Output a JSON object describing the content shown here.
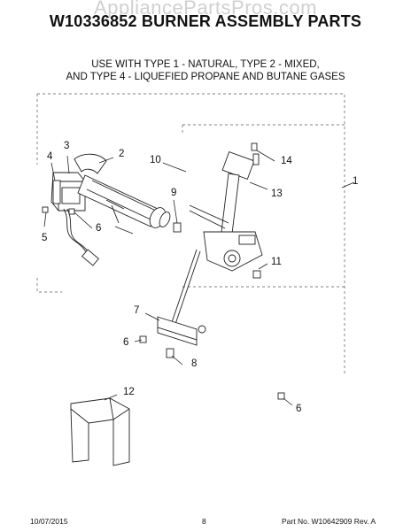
{
  "watermark": "AppliancePartsPros.com",
  "header": {
    "title": "W10336852 BURNER ASSEMBLY PARTS",
    "subtitle_line1": "USE WITH TYPE 1 - NATURAL, TYPE 2 - MIXED,",
    "subtitle_line2": "AND TYPE 4 - LIQUEFIED PROPANE AND BUTANE GASES"
  },
  "callouts": {
    "c1": "1",
    "c2": "2",
    "c3": "3",
    "c4": "4",
    "c5": "5",
    "c6a": "6",
    "c6b": "6",
    "c6c": "6",
    "c7": "7",
    "c8": "8",
    "c9": "9",
    "c10": "10",
    "c11": "11",
    "c12": "12",
    "c13": "13",
    "c14": "14"
  },
  "footer": {
    "date": "10/07/2015",
    "page": "8",
    "part_number": "Part No. W10642909  Rev. A"
  }
}
